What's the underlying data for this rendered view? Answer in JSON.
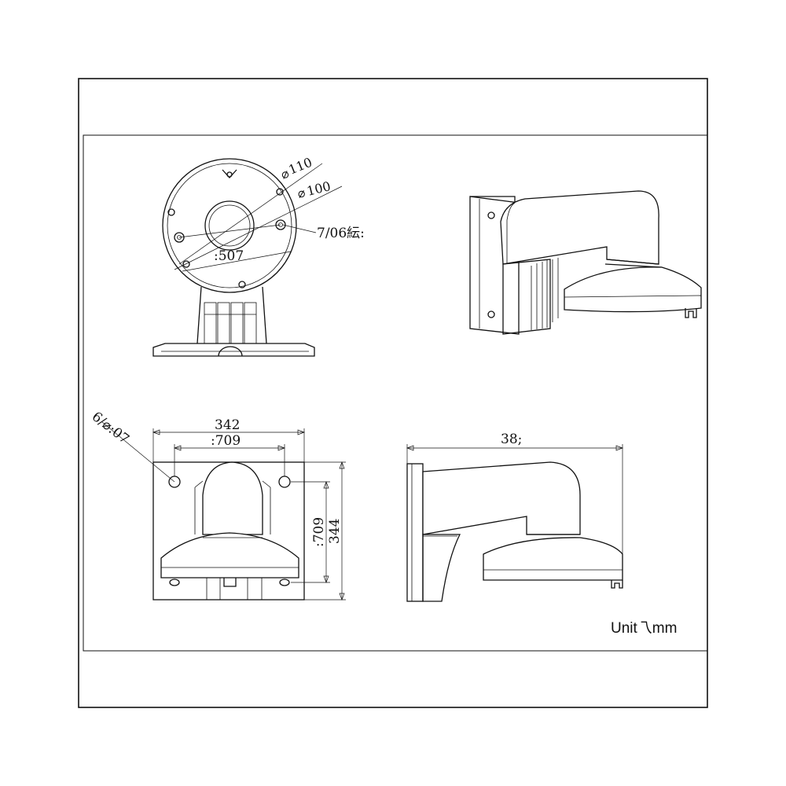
{
  "drawing": {
    "top_view": {
      "dia_outer": "110",
      "dia_inner": "100",
      "hole_callout": "7/06紜:",
      "bolt_circle": ":507"
    },
    "front_view": {
      "screw_callout": "6/⌀:07",
      "overall_width": "342",
      "hole_spacing_h": ":709",
      "hole_spacing_v": ":709",
      "overall_height": "344"
    },
    "side_view": {
      "overall_depth": "38;"
    },
    "unit_label": "Unit乁mm"
  }
}
